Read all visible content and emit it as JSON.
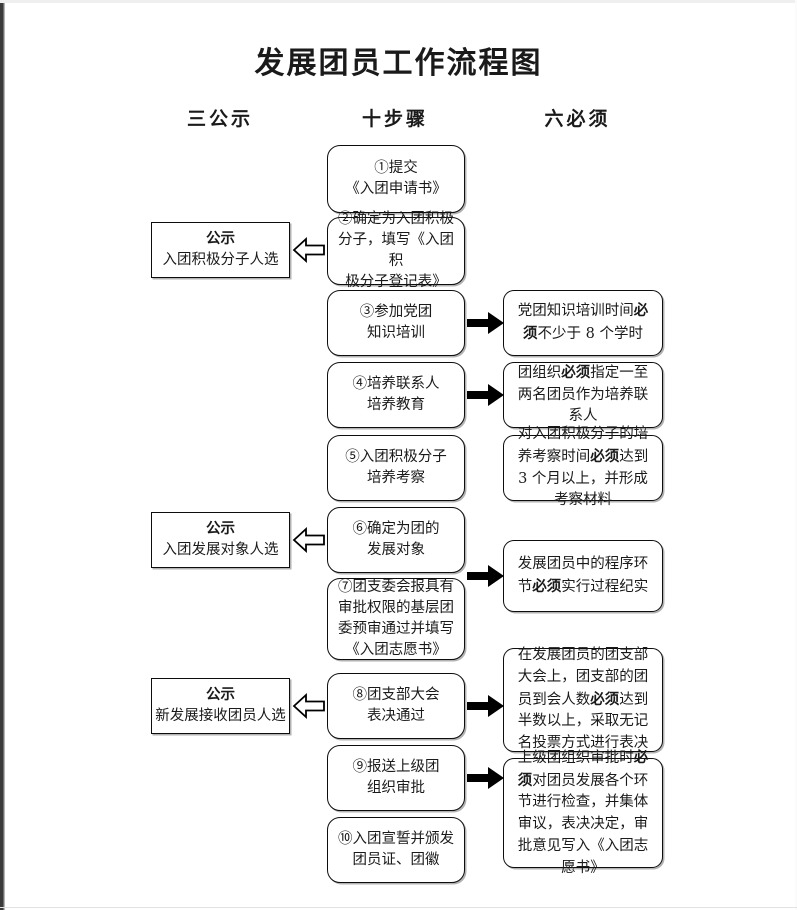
{
  "document": {
    "title": "发展团员工作流程图"
  },
  "columns": {
    "left_header": "三公示",
    "center_header": "十步骤",
    "right_header": "六必须"
  },
  "steps": [
    {
      "id": 1,
      "marker": "①",
      "lines": [
        "①提交",
        "《入团申请书》"
      ]
    },
    {
      "id": 2,
      "marker": "②",
      "lines": [
        "②确定为入团积极",
        "分子，填写《入团积",
        "极分子登记表》"
      ]
    },
    {
      "id": 3,
      "marker": "③",
      "lines": [
        "③参加党团",
        "知识培训"
      ]
    },
    {
      "id": 4,
      "marker": "④",
      "lines": [
        "④培养联系人",
        "培养教育"
      ]
    },
    {
      "id": 5,
      "marker": "⑤",
      "lines": [
        "⑤入团积极分子",
        "培养考察"
      ]
    },
    {
      "id": 6,
      "marker": "⑥",
      "lines": [
        "⑥确定为团的",
        "发展对象"
      ]
    },
    {
      "id": 7,
      "marker": "⑦",
      "lines": [
        "⑦团支委会报具有",
        "审批权限的基层团",
        "委预审通过并填写",
        "《入团志愿书》"
      ]
    },
    {
      "id": 8,
      "marker": "⑧",
      "lines": [
        "⑧团支部大会",
        "表决通过"
      ]
    },
    {
      "id": 9,
      "marker": "⑨",
      "lines": [
        "⑨报送上级团",
        "组织审批"
      ]
    },
    {
      "id": 10,
      "marker": "⑩",
      "lines": [
        "⑩入团宣誓并颁发",
        "团员证、团徽"
      ]
    }
  ],
  "notices": [
    {
      "title": "公示",
      "subtitle": "入团积极分子人选",
      "from_step": 2
    },
    {
      "title": "公示",
      "subtitle": "入团发展对象人选",
      "from_step": 6
    },
    {
      "title": "公示",
      "subtitle": "新发展接收团员人选",
      "from_step": 8
    }
  ],
  "musts": [
    {
      "from_step": 3,
      "has_arrow": true,
      "segments": [
        {
          "text": "党团知识培训时间",
          "bold": false
        },
        {
          "text": "必须",
          "bold": true
        },
        {
          "text": "不少于 8 个学时",
          "bold": false
        }
      ],
      "plain": "党团知识培训时间必须不少于 8 个学时"
    },
    {
      "from_step": 4,
      "has_arrow": true,
      "segments": [
        {
          "text": "团组织",
          "bold": false
        },
        {
          "text": "必须",
          "bold": true
        },
        {
          "text": "指定一至两名团员作为培养联系人",
          "bold": false
        }
      ],
      "plain": "团组织必须指定一至两名团员作为培养联系人"
    },
    {
      "from_step": 5,
      "has_arrow": false,
      "segments": [
        {
          "text": "对入团积极分子的培养考察时间",
          "bold": false
        },
        {
          "text": "必须",
          "bold": true
        },
        {
          "text": "达到 3 个月以上，并形成考察材料",
          "bold": false
        }
      ],
      "plain": "对入团积极分子的培养考察时间必须达到 3 个月以上，并形成考察材料"
    },
    {
      "from_step": 7,
      "has_arrow": true,
      "segments": [
        {
          "text": "发展团员中的程序环节",
          "bold": false
        },
        {
          "text": "必须",
          "bold": true
        },
        {
          "text": "实行过程纪实",
          "bold": false
        }
      ],
      "plain": "发展团员中的程序环节必须实行过程纪实"
    },
    {
      "from_step": 8,
      "has_arrow": true,
      "segments": [
        {
          "text": "在发展团员的团支部大会上，团支部的团员到会人数",
          "bold": false
        },
        {
          "text": "必须",
          "bold": true
        },
        {
          "text": "达到半数以上，采取无记名投票方式进行表决",
          "bold": false
        }
      ],
      "plain": "在发展团员的团支部大会上，团支部的团员到会人数必须达到半数以上，采取无记名投票方式进行表决"
    },
    {
      "from_step": 9,
      "has_arrow": true,
      "segments": [
        {
          "text": "上级团组织审批时",
          "bold": false
        },
        {
          "text": "必须",
          "bold": true
        },
        {
          "text": "对团员发展各个环节进行检查，并集体审议，表决决定，审批意见写入《入团志愿书》",
          "bold": false
        }
      ],
      "plain": "上级团组织审批时必须对团员发展各个环节进行检查，并集体审议，表决决定，审批意见写入《入团志愿书》"
    }
  ],
  "colors": {
    "ink": "#0d0d0d",
    "paper": "#ffffff",
    "arrow_fill": "#000000"
  }
}
